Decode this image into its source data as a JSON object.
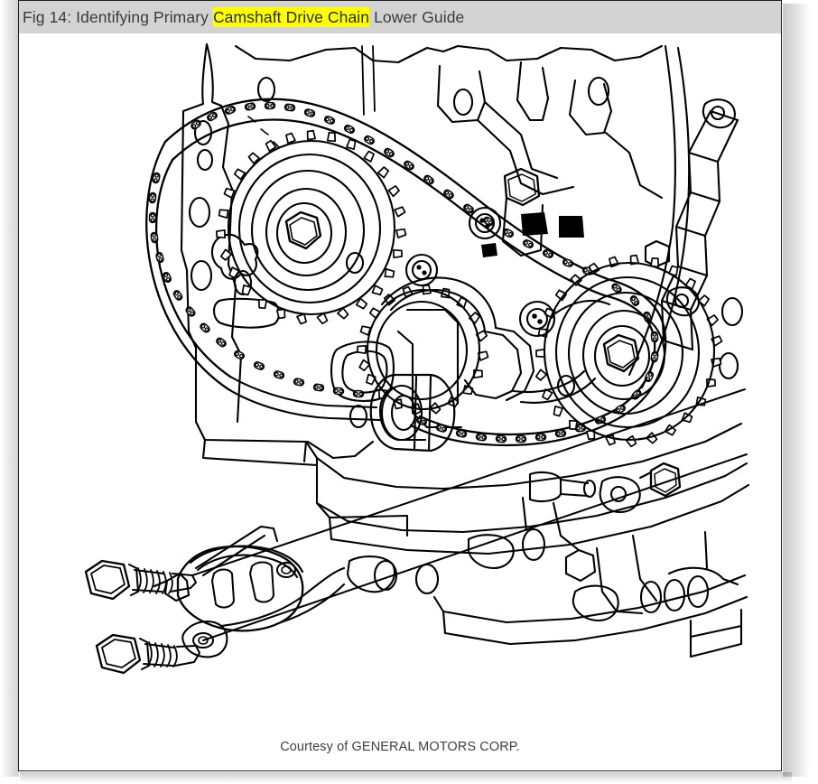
{
  "document": {
    "title_prefix": "Fig 14: Identifying Primary ",
    "title_highlight": "Camshaft Drive Chain",
    "title_suffix": " Lower Guide",
    "title_full": "Fig 14: Identifying Primary Camshaft Drive Chain Lower Guide",
    "caption": "Courtesy of GENERAL MOTORS CORP.",
    "highlight_color": "#ffff00",
    "title_bar_color": "#d3d3d3",
    "title_text_color": "#3a3a3a",
    "page_background": "#ffffff",
    "frame_border_color": "#1d1d1d"
  },
  "figure": {
    "kind": "technical-line-drawing",
    "subject": "Engine front cover removed showing primary camshaft drive chain, sprockets and lower chain guide",
    "line_color": "#000000",
    "fill_color": "#ffffff",
    "parts": [
      {
        "name": "engine-block-outline",
        "label": "Engine block / front face"
      },
      {
        "name": "upper-left-camshaft-sprocket",
        "label": "Camshaft sprocket (upper left)"
      },
      {
        "name": "right-camshaft-sprocket",
        "label": "Camshaft sprocket (right)"
      },
      {
        "name": "crankshaft-sprocket",
        "label": "Crankshaft sprocket (center)"
      },
      {
        "name": "primary-drive-chain",
        "label": "Primary camshaft drive chain"
      },
      {
        "name": "chain-tensioner",
        "label": "Chain tensioner assembly"
      },
      {
        "name": "lower-chain-guide",
        "label": "Primary camshaft drive chain lower guide"
      },
      {
        "name": "guide-bolt-upper",
        "label": "Lower guide bolt (upper)"
      },
      {
        "name": "guide-bolt-lower",
        "label": "Lower guide bolt (lower)"
      },
      {
        "name": "leader-line-upper",
        "label": "Callout leader line to upper bolt hole"
      },
      {
        "name": "leader-line-lower",
        "label": "Callout leader line to lower bolt hole"
      },
      {
        "name": "right-side-bracket-ladder",
        "label": "Right side mounting bracket"
      }
    ]
  }
}
